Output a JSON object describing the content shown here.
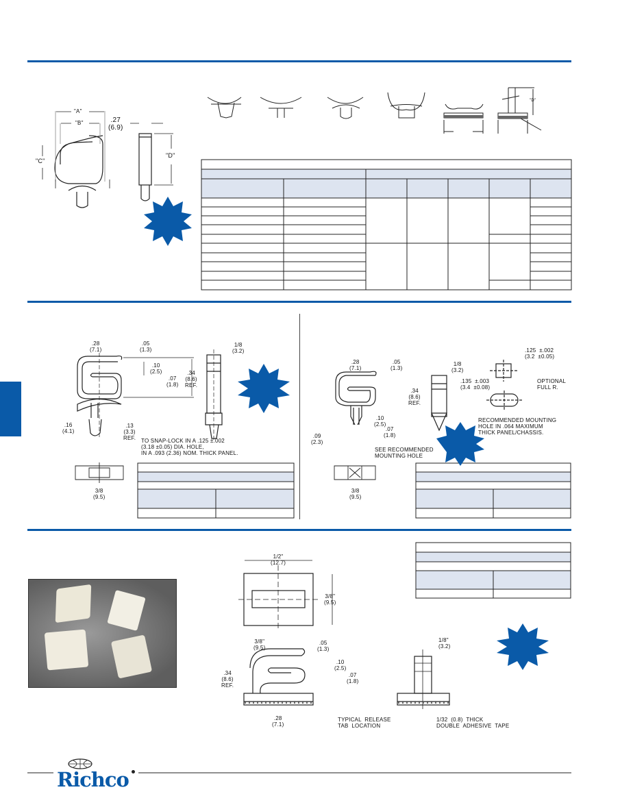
{
  "colors": {
    "accent": "#0a5aa8",
    "table_header": "#dde4f0"
  },
  "top": {
    "dim_a": "\"A\"",
    "dim_b": "\"B\"",
    "dim_c": "\"C\"",
    "dim_d": "\"D\"",
    "width": ".27\n(6.9)",
    "small_d": "\"D\""
  },
  "left": {
    "w": ".28\n(7.1)",
    "gap": ".05\n(1.3)",
    "slot": ".10\n(2.5)",
    "base": ".07\n(1.8)",
    "height": ".34\n(8.6)\nREF.",
    "thick": "1/8\n(3.2)",
    "leg": ".16\n(4.1)",
    "stem": ".13\n(3.3)\nREF.",
    "note": "TO SNAP-LOCK IN A .125 ±.002\n(3.18 ±0.05) DIA. HOLE,\nIN A .093 (2.36) NOM. THICK PANEL.",
    "bottom_w": "3/8\n(9.5)"
  },
  "right": {
    "w": ".28\n(7.1)",
    "gap": ".05\n(1.3)",
    "height": ".34\n(8.6)\nREF.",
    "slot": ".10\n(2.5)",
    "base": ".07\n(1.8)",
    "leg": ".09\n(2.3)",
    "see_note": "SEE RECOMMENDED\nMOUNTING HOLE",
    "thick": "1/8\n(3.2)",
    "hole_w": ".125  ±.002\n(3.2  ±0.05)",
    "hole_l": ".135  ±.003\n(3.4  ±0.08)",
    "optional": "OPTIONAL\nFULL R.",
    "mount_note": "RECOMMENDED MOUNTING\nHOLE IN .064 MAXIMUM\nTHICK PANEL/CHASSIS.",
    "bottom_w": "3/8\n(9.5)"
  },
  "adhesive": {
    "top_w": "1/2\"\n(12.7)",
    "top_h": "3/8\"\n(9.5)",
    "side_w": "3/8\"\n(9.5)",
    "gap": ".05\n(1.3)",
    "slot": ".10\n(2.5)",
    "base": ".07\n(1.8)",
    "height": ".34\n(8.6)\nREF.",
    "base_w": ".28\n(7.1)",
    "release": "TYPICAL  RELEASE\nTAB  LOCATION",
    "thick": "1/8\"\n(3.2)",
    "tape": "1/32  (0.8)  THICK\nDOUBLE  ADHESIVE  TAPE"
  },
  "footer": {
    "logo": "Richco"
  }
}
